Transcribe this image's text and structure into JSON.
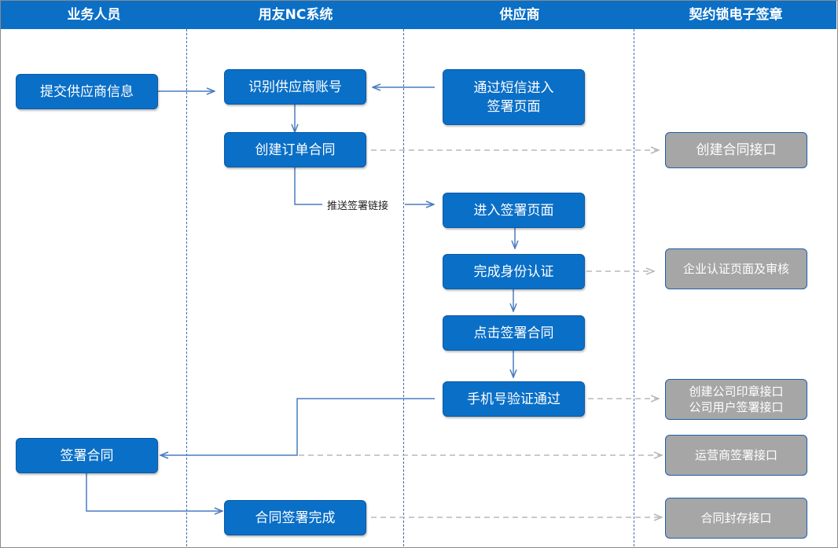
{
  "lanes": {
    "sales": "业务人员",
    "nc": "用友NC系统",
    "supplier": "供应商",
    "esign": "契约锁电子签章"
  },
  "nodes": {
    "submit_info": "提交供应商信息",
    "identify_account": "识别供应商账号",
    "sms_enter": "通过短信进入\n签署页面",
    "create_order": "创建订单合同",
    "enter_sign_page": "进入签署页面",
    "identity_auth": "完成身份认证",
    "click_sign": "点击签署合同",
    "phone_verify": "手机号验证通过",
    "sign_contract": "签署合同",
    "sign_complete": "合同签署完成",
    "api_create_contract": "创建合同接口",
    "api_company_auth": "企业认证页面及审核",
    "api_seal_user": "创建公司印章接口\n公司用户签署接口",
    "api_operator_sign": "运营商签署接口",
    "api_archive": "合同封存接口"
  },
  "edge_labels": {
    "push_link": "推送签署链接"
  },
  "colors": {
    "header": "#0b6fc6",
    "node_blue": "#0a6fc7",
    "node_gray": "#a6a6a6",
    "solid_arrow": "#4a7cc0",
    "dashed_arrow": "#b8b8b8"
  }
}
